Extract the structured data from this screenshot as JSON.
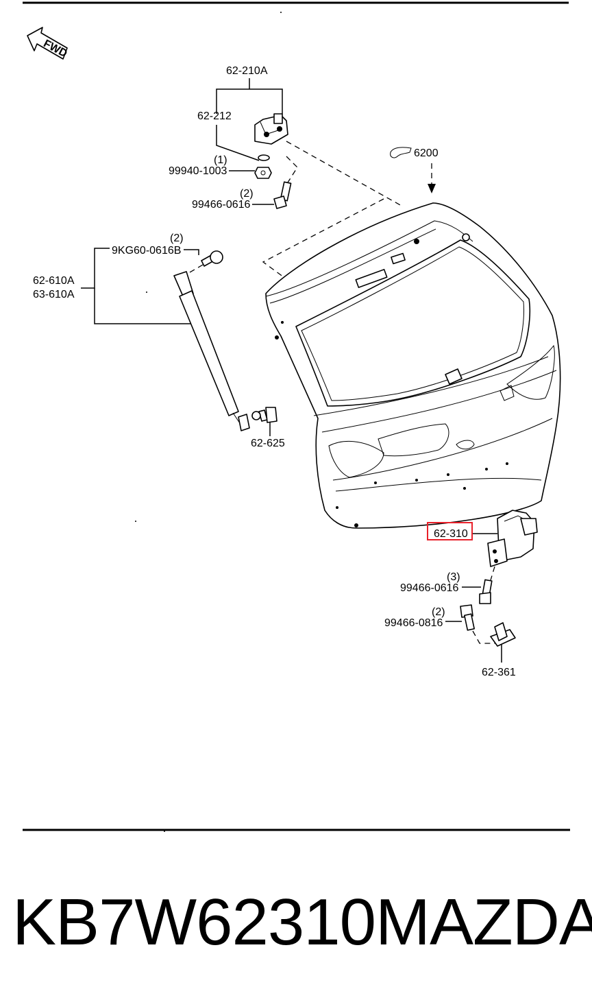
{
  "orientation_label": "FWD",
  "assembly_ref": "6200",
  "callouts": {
    "hinge_set": "62-210A",
    "hinge": "62-212",
    "nut_qty": "(1)",
    "nut": "99940-1003",
    "hinge_bolt_qty": "(2)",
    "hinge_bolt": "99466-0616",
    "strut_bolt_qty": "(2)",
    "strut_bolt": "9KG60-0616B",
    "strut_right": "62-610A",
    "strut_left": "63-610A",
    "strut_ball": "62-625",
    "lock": "62-310",
    "lock_bolt_qty": "(3)",
    "lock_bolt": "99466-0616",
    "striker_bolt_qty": "(2)",
    "striker_bolt": "99466-0816",
    "striker": "62-361"
  },
  "highlight_color": "#e8202a",
  "footer": {
    "part_number": "KB7W62310",
    "brand": "MAZDA"
  }
}
